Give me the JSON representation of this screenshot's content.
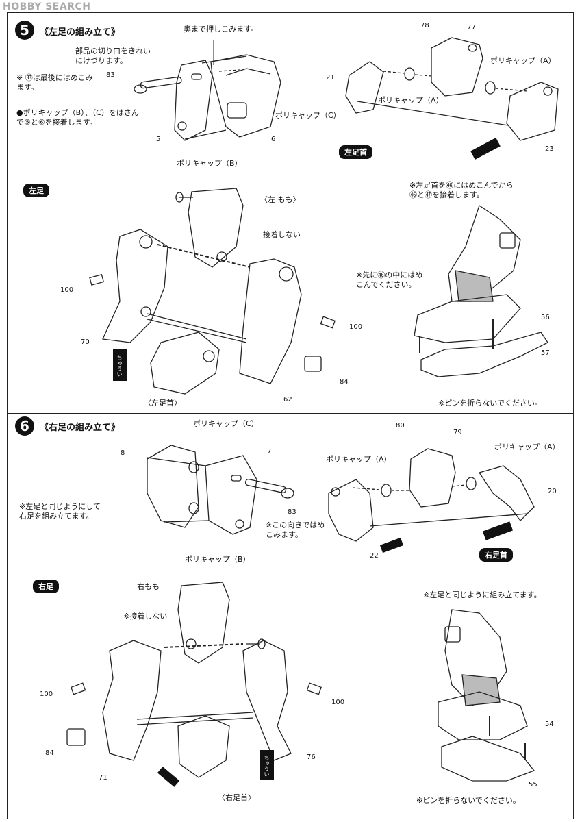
{
  "watermark": "HOBBY SEARCH",
  "step5": {
    "number": "5",
    "title": "《左足の組み立て》",
    "note_push": "奥まで押しこみます。",
    "note_cut": "部品の切り口をきれい\nにけづります。",
    "note_83": "※ ㉝は最後にはめこみ\nます。",
    "note_polycap_bc": "●ポリキャップ（B）、（C）をはさん\nで⑤と⑥を接着します。",
    "polycap_c": "ポリキャップ（C）",
    "polycap_b": "ポリキャップ（B）",
    "polycap_a1": "ポリキャップ（A）",
    "polycap_a2": "ポリキャップ（A）",
    "badge_ankle": "左足首",
    "parts": {
      "p83": "83",
      "p5": "5",
      "p6": "6",
      "p78": "78",
      "p77": "77",
      "p21": "21",
      "p23": "23"
    }
  },
  "left_leg": {
    "badge": "左足",
    "label_thigh": "〈左 もも〉",
    "label_no_glue": "接着しない",
    "label_ankle": "〈左足首〉",
    "note_attach": "※左足首を㊻にはめこんでから\n㊻と㊼を接着します。",
    "note_insert": "※先に㊻の中にはめ\nこんでください。",
    "note_pin": "※ピンを折らないでください。",
    "parts": {
      "p100a": "100",
      "p70": "70",
      "p100b": "100",
      "p84": "84",
      "p62": "62",
      "p56": "56",
      "p57": "57"
    }
  },
  "step6": {
    "number": "6",
    "title": "《右足の組み立て》",
    "note_same": "※左足と同じようにして\n右足を組み立てます。",
    "note_direction": "※この向きではめ\nこみます。",
    "polycap_c": "ポリキャップ（C）",
    "polycap_b": "ポリキャップ（B）",
    "polycap_a1": "ポリキャップ（A）",
    "polycap_a2": "ポリキャップ（A）",
    "badge_ankle": "右足首",
    "parts": {
      "p8": "8",
      "p7": "7",
      "p83": "83",
      "p80": "80",
      "p79": "79",
      "p22": "22",
      "p20": "20"
    }
  },
  "right_leg": {
    "badge": "右足",
    "label_thigh": "右もも",
    "label_no_glue": "※接着しない",
    "label_ankle": "〈右足首〉",
    "note_same": "※左足と同じように組み立てます。",
    "note_pin": "※ピンを折らないでください。",
    "parts": {
      "p100a": "100",
      "p84": "84",
      "p71": "71",
      "p100b": "100",
      "p76": "76",
      "p54": "54",
      "p55": "55"
    }
  },
  "caution": "ちゅうい"
}
